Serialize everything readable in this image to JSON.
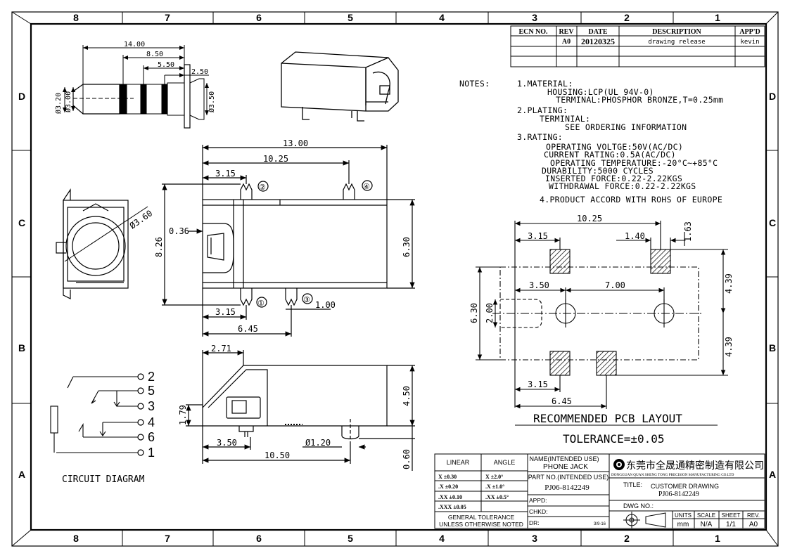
{
  "zones": {
    "columns": [
      "8",
      "7",
      "6",
      "5",
      "4",
      "3",
      "2",
      "1"
    ],
    "rows": [
      "D",
      "C",
      "B",
      "A"
    ]
  },
  "revision_table": {
    "headers": [
      "ECN NO.",
      "REV",
      "DATE",
      "DESCRIPTION",
      "APP'D"
    ],
    "rows": [
      [
        "",
        "A0",
        "20120325",
        "drawing release",
        "kevin"
      ]
    ]
  },
  "notes": {
    "label": "NOTES:",
    "lines": [
      "1.MATERIAL:",
      "HOUSING:LCP(UL 94V-0)",
      "TERMINAL:PHOSPHOR BRONZE,T=0.25mm",
      "2.PLATING:",
      "TERMINIAL:",
      "SEE ORDERING INFORMATION",
      "3.RATING:",
      "OPERATING VOLTGE:50V(AC/DC)",
      "CURRENT RATING:0.5A(AC/DC)",
      "OPERATING TEMPERATURE:-20°C~+85°C",
      "DURABILITY:5000 CYCLES",
      "INSERTED FORCE:0.22-2.22KGS",
      "WITHDRAWAL FORCE:0.22-2.22KGS",
      "4.PRODUCT ACCORD WITH ROHS OF EUROPE"
    ]
  },
  "plug_dims": {
    "d1": "14.00",
    "d2": "8.50",
    "d3": "5.50",
    "d4": "2.50",
    "dia1": "Ø3.20",
    "dia2": "Ø3.00",
    "dia3": "Ø3.50"
  },
  "top_view": {
    "overall": "13.00",
    "d_1025": "10.25",
    "d_315_top": "3.15",
    "d_036": "0.36",
    "d_826": "8.26",
    "d_630": "6.30",
    "d_315_bot": "3.15",
    "d_645": "6.45",
    "d_100": "1.00",
    "dia": "Ø3.60",
    "pins": [
      "②",
      "④",
      "①",
      "③"
    ]
  },
  "side_view": {
    "d_271": "2.71",
    "d_179": "1.79",
    "d_350": "3.50",
    "d_1050": "10.50",
    "dia": "Ø1.20",
    "d_450": "4.50",
    "d_060": "0.60"
  },
  "pcb": {
    "d_1025": "10.25",
    "d_315": "3.15",
    "d_140": "1.40",
    "d_163": "1.63",
    "d_350": "3.50",
    "d_700": "7.00",
    "d_200": "2.00",
    "d_630": "6.30",
    "d_439a": "4.39",
    "d_439b": "4.39",
    "d_315b": "3.15",
    "d_645": "6.45",
    "title": "RECOMMENDED PCB LAYOUT",
    "tolerance": "TOLERANCE=±0.05"
  },
  "circuit": {
    "pins": [
      "2",
      "5",
      "3",
      "4",
      "6",
      "1"
    ],
    "label": "CIRCUIT DIAGRAM"
  },
  "tolerance_table": {
    "linear_header": "LINEAR",
    "angle_header": "ANGLE",
    "rows": [
      [
        "X  ±0.30",
        "X  ±2.0°"
      ],
      [
        ".X  ±0.20",
        ".X  ±1.0°"
      ],
      [
        ".XX  ±0.10",
        ".XX  ±0.5°"
      ],
      [
        ".XXX  ±0.05",
        ""
      ]
    ],
    "general1": "GENERAL TOLERANCE",
    "general2": "UNLESS OTHERWISE NOTED"
  },
  "title_block": {
    "name_label": "NAME(INTENDED USE)",
    "name_value": "PHONE JACK",
    "part_label": "PART NO.(INTENDED USE)",
    "part_value": "PJ06-8142249",
    "appd": "APPD:",
    "chkd": "CHKD:",
    "dr": "DR:",
    "dr_date": "3/9-16",
    "company_cn": "东莞市全晟通精密制造有限公司",
    "company_en": "DONGGUAN QUAN SHENG TONG PRECISION MANUFACTURING CO.LTD",
    "title_label": "TITLE:",
    "title_value": "CUSTOMER DRAWING",
    "title_part": "PJ06-8142249",
    "dwg": "DWG NO.:",
    "units_h": "UNITS",
    "scale_h": "SCALE",
    "sheet_h": "SHEET",
    "rev_h": "REV.",
    "units": "mm",
    "scale": "N/A",
    "sheet": "1/1",
    "rev": "A0"
  },
  "colors": {
    "line": "#000000",
    "hatch": "#000000",
    "paper": "#ffffff"
  }
}
